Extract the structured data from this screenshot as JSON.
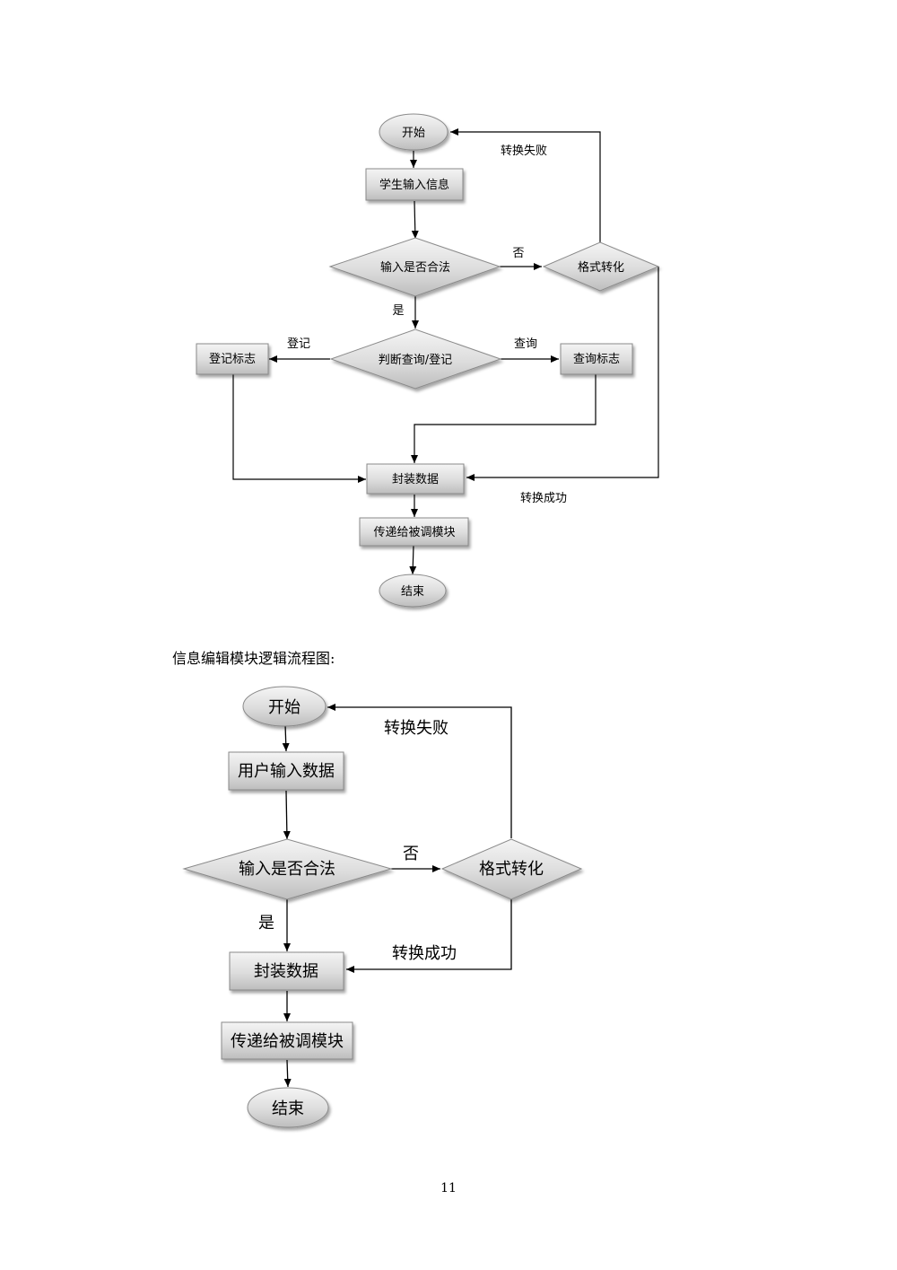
{
  "diagram1": {
    "nodes": {
      "start": "开始",
      "student_input": "学生输入信息",
      "input_valid": "输入是否合法",
      "format_convert": "格式转化",
      "judge": "判断查询/登记",
      "register_flag": "登记标志",
      "query_flag": "查询标志",
      "pack": "封装数据",
      "pass": "传递给被调模块",
      "end": "结束"
    },
    "edge_labels": {
      "convert_fail": "转换失败",
      "no": "否",
      "yes": "是",
      "register": "登记",
      "query": "查询",
      "convert_success": "转换成功"
    }
  },
  "caption": "信息编辑模块逻辑流程图:",
  "diagram2": {
    "nodes": {
      "start": "开始",
      "user_input": "用户输入数据",
      "input_valid": "输入是否合法",
      "format_convert": "格式转化",
      "pack": "封装数据",
      "pass": "传递给被调模块",
      "end": "结束"
    },
    "edge_labels": {
      "convert_fail": "转换失败",
      "no": "否",
      "yes": "是",
      "convert_success": "转换成功"
    }
  },
  "page_number": "11"
}
